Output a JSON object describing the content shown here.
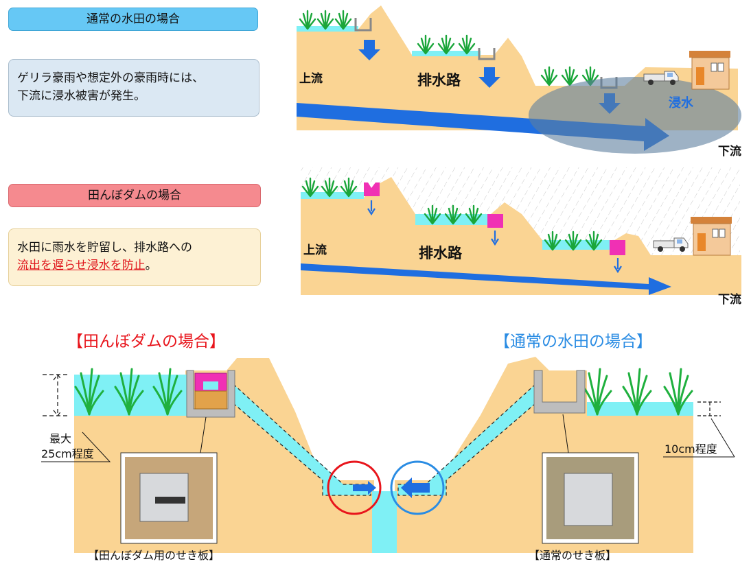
{
  "top_panel": {
    "title": "通常の水田の場合",
    "note_line1": "ゲリラ豪雨や想定外の豪雨時には、",
    "note_line2": "下流に浸水被害が発生。",
    "upstream": "上流",
    "drain": "排水路",
    "flood": "浸水",
    "downstream": "下流"
  },
  "middle_panel": {
    "title": "田んぼダムの場合",
    "note_line1": "水田に雨水を貯留し、排水路への",
    "note_emph": "流出を遅らせ浸水を防止",
    "note_tail": "。",
    "upstream": "上流",
    "drain": "排水路",
    "downstream": "下流"
  },
  "bottom_panel": {
    "left_title": "【田んぼダムの場合】",
    "right_title": "【通常の水田の場合】",
    "left_depth_line1": "最大",
    "left_depth_line2": "25cm程度",
    "right_depth": "10cm程度",
    "left_caption": "【田んぼダム用のせき板】",
    "right_caption": "【通常のせき板】"
  },
  "colors": {
    "soil": "#fad493",
    "water": "#7ff0f5",
    "arrow": "#1f6ee0",
    "dam_box": "#f030b4",
    "title_red": "#e8151c",
    "title_blue": "#2a8ce3",
    "pill_blue": "#66c8f5",
    "pill_red": "#f58a8f"
  }
}
